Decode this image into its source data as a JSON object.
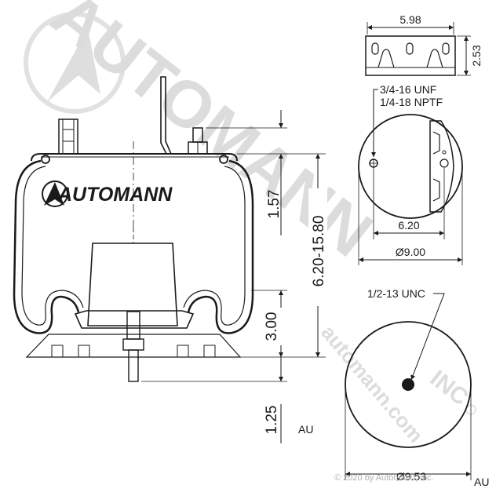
{
  "brand": {
    "logo_text": "AUTOMANN",
    "watermark_text": "AUTOMANN",
    "watermark_url": "automann.com",
    "copyright": "© 2020 by Automann, Inc."
  },
  "dimensions": {
    "bracket_width": "5.98",
    "bracket_height": "2.53",
    "thread_1": "3/4-16 UNF",
    "thread_2": "1/4-18 NPTF",
    "stud_spacing": "6.20",
    "top_diameter": "Ø9.00",
    "bottom_thread": "1/2-13 UNC",
    "bottom_diameter": "Ø9.53",
    "top_height": "1.57",
    "height_range": "6.20-15.80",
    "piston_height": "3.00",
    "stud_length": "1.25",
    "unit_1": "AU",
    "unit_2": "AU"
  },
  "colors": {
    "line": "#1a1a1a",
    "watermark": "#d6d6d6"
  }
}
